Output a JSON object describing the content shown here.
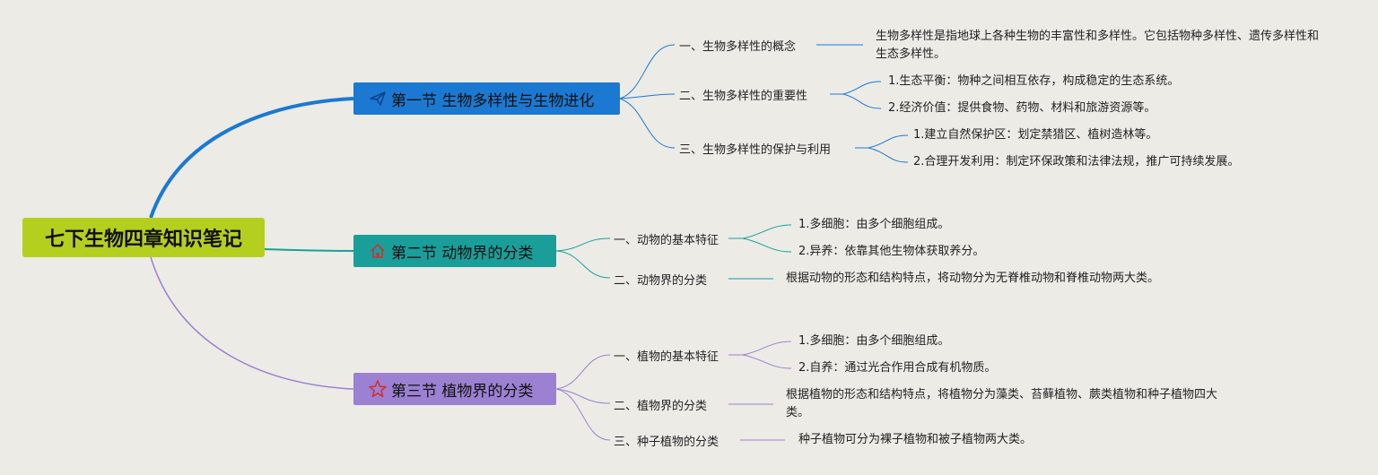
{
  "root": "七下生物四章知识笔记",
  "sections": [
    {
      "title": "第一节 生物多样性与生物进化",
      "icon": "paper-plane-icon",
      "color": "#1b79d1",
      "topics": [
        {
          "label": "一、生物多样性的概念",
          "details": [
            "生物多样性是指地球上各种生物的丰富性和多样性。它包括物种多样性、遗传多样性和生态多样性。"
          ]
        },
        {
          "label": "二、生物多样性的重要性",
          "details": [
            "1.生态平衡：物种之间相互依存，构成稳定的生态系统。",
            "2.经济价值：提供食物、药物、材料和旅游资源等。"
          ]
        },
        {
          "label": "三、生物多样性的保护与利用",
          "details": [
            "1.建立自然保护区：划定禁猎区、植树造林等。",
            "2.合理开发利用：制定环保政策和法律法规，推广可持续发展。"
          ]
        }
      ]
    },
    {
      "title": "第二节 动物界的分类",
      "icon": "home-icon",
      "color": "#1a9e9a",
      "topics": [
        {
          "label": "一、动物的基本特征",
          "details": [
            "1.多细胞：由多个细胞组成。",
            "2.异养：依靠其他生物体获取养分。"
          ]
        },
        {
          "label": "二、动物界的分类",
          "details": [
            "根据动物的形态和结构特点，将动物分为无脊椎动物和脊椎动物两大类。"
          ]
        }
      ]
    },
    {
      "title": "第三节 植物界的分类",
      "icon": "star-icon",
      "color": "#9c80d1",
      "topics": [
        {
          "label": "一、植物的基本特征",
          "details": [
            "1.多细胞：由多个细胞组成。",
            "2.自养：通过光合作用合成有机物质。"
          ]
        },
        {
          "label": "二、植物界的分类",
          "details": [
            "根据植物的形态和结构特点，将植物分为藻类、苔藓植物、蕨类植物和种子植物四大类。"
          ]
        },
        {
          "label": "三、种子植物的分类",
          "details": [
            "种子植物可分为裸子植物和被子植物两大类。"
          ]
        }
      ]
    }
  ]
}
